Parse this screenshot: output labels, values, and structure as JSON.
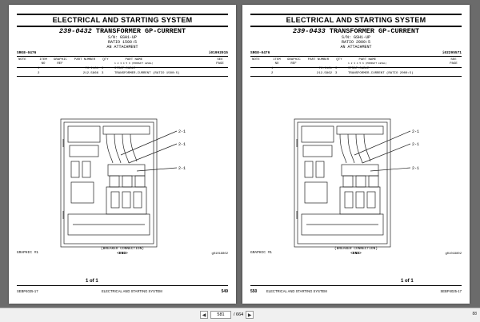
{
  "pages": [
    {
      "band": "ELECTRICAL AND STARTING SYSTEM",
      "part_no": "239-0432",
      "title": "TRANSFORMER GP-CURRENT",
      "sn": "S/N: GSH1-UP",
      "ratio": "RATIO 1500:5",
      "attachment": "AN ATTACHMENT",
      "ref_left": "SRG8-0476",
      "ref_right": "i01992015",
      "headers": {
        "note": "NOTE",
        "item": "ITEM NO",
        "gref": "GRAPHIC REF",
        "part": "PART NUMBER",
        "qty": "QTY",
        "name": "PART NAME",
        "name_sub": "1 2 3 4 5 6 (PRODUCT LEVEL)",
        "sec": "SEE PAGE"
      },
      "rows": [
        {
          "item": "1",
          "part": "7K-1181",
          "qty": "3",
          "name": "STRAP-CABLE"
        },
        {
          "item": "2",
          "part": "212-5866",
          "qty": "3",
          "name": "TRANSFORMER-CURRENT (RATIO 1500:5)"
        }
      ],
      "labels": [
        "2-1",
        "2-1",
        "2-1"
      ],
      "caption1": "(BREAKER CONNECTION)",
      "caption2": "<END>",
      "graphic": "GRAPHIC #1",
      "gid": "g01018802",
      "page_of": "1 of 1",
      "footer_left": "SEBP4025-17",
      "footer_mid": "ELECTRICAL AND STARTING SYSTEM",
      "page_num": "549"
    },
    {
      "band": "ELECTRICAL AND STARTING SYSTEM",
      "part_no": "239-0433",
      "title": "TRANSFORMER GP-CURRENT",
      "sn": "S/N: GSH1-UP",
      "ratio": "RATIO 2000:5",
      "attachment": "AN ATTACHMENT",
      "ref_left": "SRG8-0476",
      "ref_right": "i02295571",
      "headers": {
        "note": "NOTE",
        "item": "ITEM NO",
        "gref": "GRAPHIC REF",
        "part": "PART NUMBER",
        "qty": "QTY",
        "name": "PART NAME",
        "name_sub": "1 2 3 4 5 6 (PRODUCT LEVEL)",
        "sec": "SEE PAGE"
      },
      "rows": [
        {
          "item": "1",
          "part": "7K-1181",
          "qty": "3",
          "name": "STRAP-CABLE"
        },
        {
          "item": "2",
          "part": "212-5862",
          "qty": "3",
          "name": "TRANSFORMER-CURRENT (RATIO 2000:5)"
        }
      ],
      "labels": [
        "2-1",
        "2-1",
        "2-1"
      ],
      "caption1": "(BREAKER CONNECTION)",
      "caption2": "<END>",
      "graphic": "GRAPHIC #1",
      "gid": "g01018802",
      "page_of": "1 of 1",
      "footer_left": "550",
      "footer_mid": "ELECTRICAL AND STARTING SYSTEM",
      "page_num": "SEBP4025-17"
    }
  ],
  "toolbar": {
    "current_page": "581",
    "total": "/ 664",
    "prev_icon": "triangle-left-icon",
    "next_icon": "triangle-right-icon",
    "zoom": "88"
  }
}
